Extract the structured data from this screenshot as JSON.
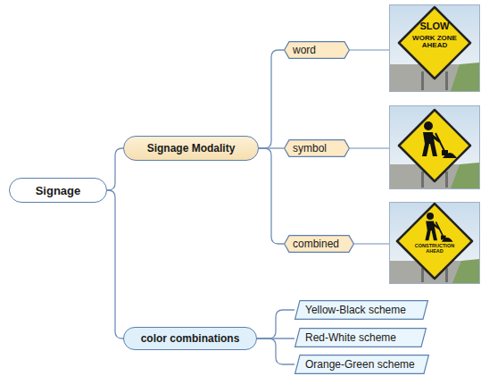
{
  "diagram": {
    "nodes": [
      {
        "text": [
          "Signage"
        ]
      },
      {
        "text": [
          "Signage Modality"
        ]
      },
      {
        "text": [
          "word"
        ]
      },
      {
        "text": [
          "symbol"
        ]
      },
      {
        "text": [
          "combined"
        ]
      },
      {
        "text": [
          "color combinations"
        ]
      },
      {
        "text": [
          "Yellow-Black scheme"
        ]
      },
      {
        "text": [
          "Red-White scheme"
        ]
      },
      {
        "text": [
          "Orange-Green scheme"
        ]
      }
    ],
    "edges": [
      {
        "from": 0,
        "to": 1,
        "arrow": "none"
      },
      {
        "from": 0,
        "to": 5,
        "arrow": "none"
      },
      {
        "from": 1,
        "to": 2,
        "arrow": "none"
      },
      {
        "from": 1,
        "to": 3,
        "arrow": "none"
      },
      {
        "from": 1,
        "to": 4,
        "arrow": "none"
      },
      {
        "from": 5,
        "to": 6,
        "arrow": "none"
      },
      {
        "from": 5,
        "to": 7,
        "arrow": "none"
      },
      {
        "from": 5,
        "to": 8,
        "arrow": "none"
      }
    ],
    "labels": [
      "SLOW",
      "WORK ZONE AHEAD",
      "CONSTRUCTION AHEAD"
    ]
  }
}
